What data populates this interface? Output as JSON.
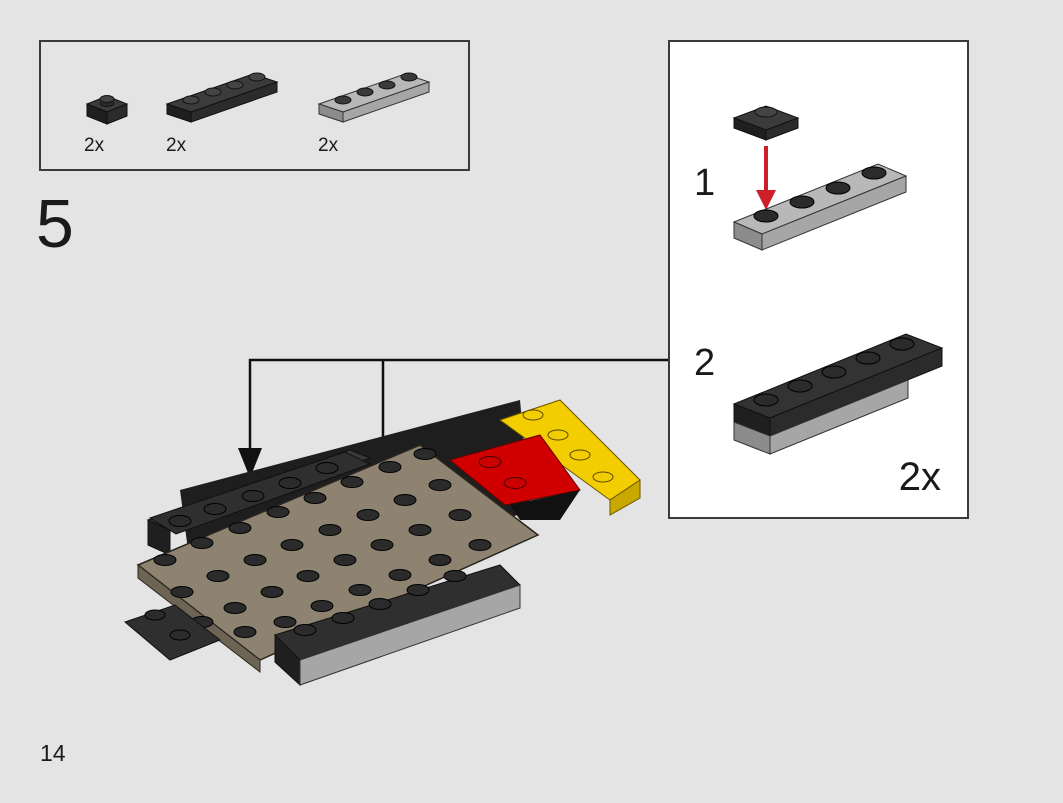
{
  "parts_list": {
    "items": [
      {
        "part": "plate-1x1",
        "color": "#2b2b2b",
        "quantity": "2x"
      },
      {
        "part": "plate-1x4",
        "color": "#2b2b2b",
        "quantity": "2x"
      },
      {
        "part": "plate-1x4",
        "color": "#a6a6a6",
        "quantity": "2x"
      }
    ]
  },
  "step": {
    "number": "5"
  },
  "callout": {
    "sub_steps": [
      {
        "number": "1"
      },
      {
        "number": "2"
      }
    ],
    "quantity": "2x"
  },
  "page": {
    "number": "14"
  },
  "colors": {
    "background": "#e4e4e4",
    "dark_bluish_gray": "#2b2b2b",
    "light_gray": "#a6a6a6",
    "dark_tan": "#8e8271",
    "red": "#d10000",
    "yellow": "#f2cd00",
    "arrow_red": "#cc1f2a"
  }
}
